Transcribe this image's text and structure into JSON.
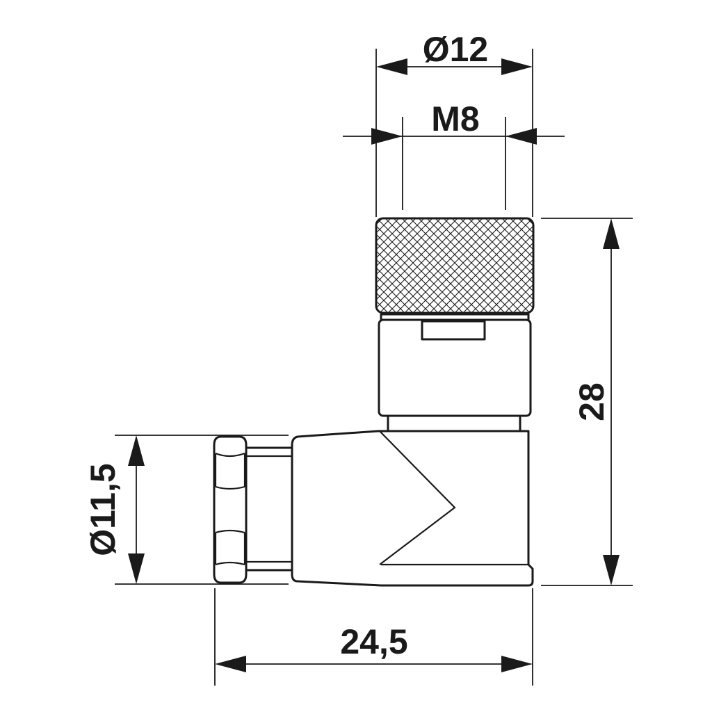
{
  "dimensions": {
    "outer_diameter_top": "Ø12",
    "thread": "M8",
    "height": "28",
    "cable_diameter": "Ø11,5",
    "width": "24,5"
  },
  "colors": {
    "line": "#1a1a1a",
    "background": "#ffffff"
  }
}
